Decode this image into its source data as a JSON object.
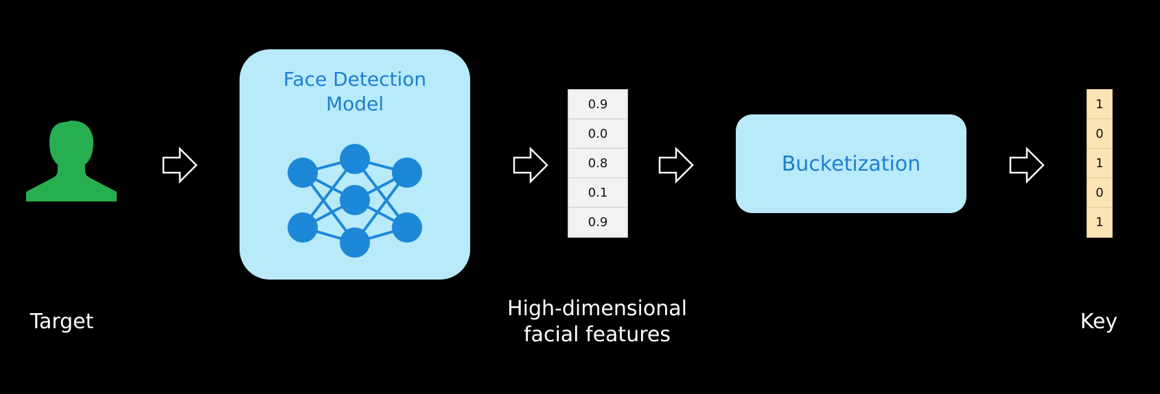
{
  "labels": {
    "target": "Target",
    "features_line1": "High-dimensional",
    "features_line2": "facial features",
    "key": "Key"
  },
  "model": {
    "title_line1": "Face Detection",
    "title_line2": "Model",
    "icon": "neural-network-icon"
  },
  "bucketization": {
    "label": "Bucketization"
  },
  "features": [
    "0.9",
    "0.0",
    "0.8",
    "0.1",
    "0.9"
  ],
  "key_bits": [
    "1",
    "0",
    "1",
    "0",
    "1"
  ],
  "colors": {
    "background": "#000000",
    "person": "#27ae50",
    "box_fill": "#b8eafa",
    "box_text": "#1f7fd0",
    "network": "#1e88d8",
    "vector_fill": "#f2f2f2",
    "key_fill": "#fde4b4",
    "label_text": "#ffffff"
  }
}
